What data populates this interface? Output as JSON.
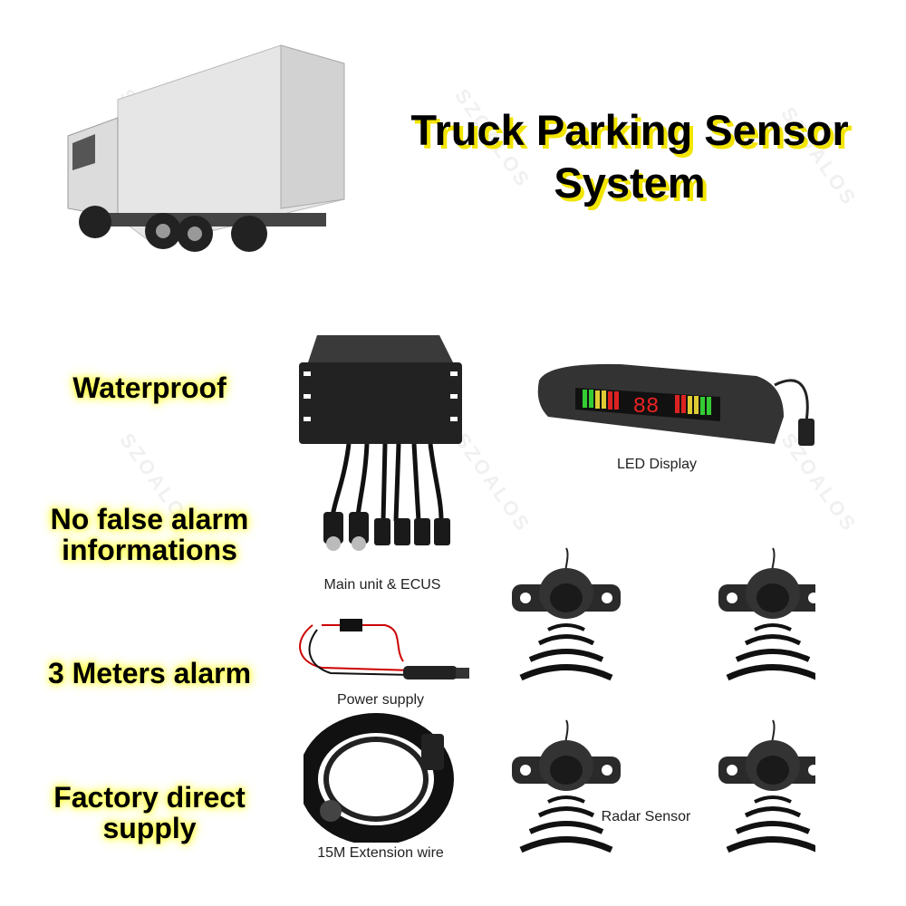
{
  "title": {
    "line1": "Truck Parking Sensor",
    "line2": "System"
  },
  "features": [
    {
      "line1": "Waterproof"
    },
    {
      "line1": "No false alarm",
      "line2": "informations"
    },
    {
      "line1": "3 Meters alarm"
    },
    {
      "line1": "Factory direct",
      "line2": "supply"
    }
  ],
  "captions": {
    "main_unit": "Main unit & ECUS",
    "led": "LED Display",
    "power": "Power supply",
    "wire": "15M Extension wire",
    "radar": "Radar Sensor"
  },
  "led_digits": "88",
  "watermark": "SZOALOS"
}
